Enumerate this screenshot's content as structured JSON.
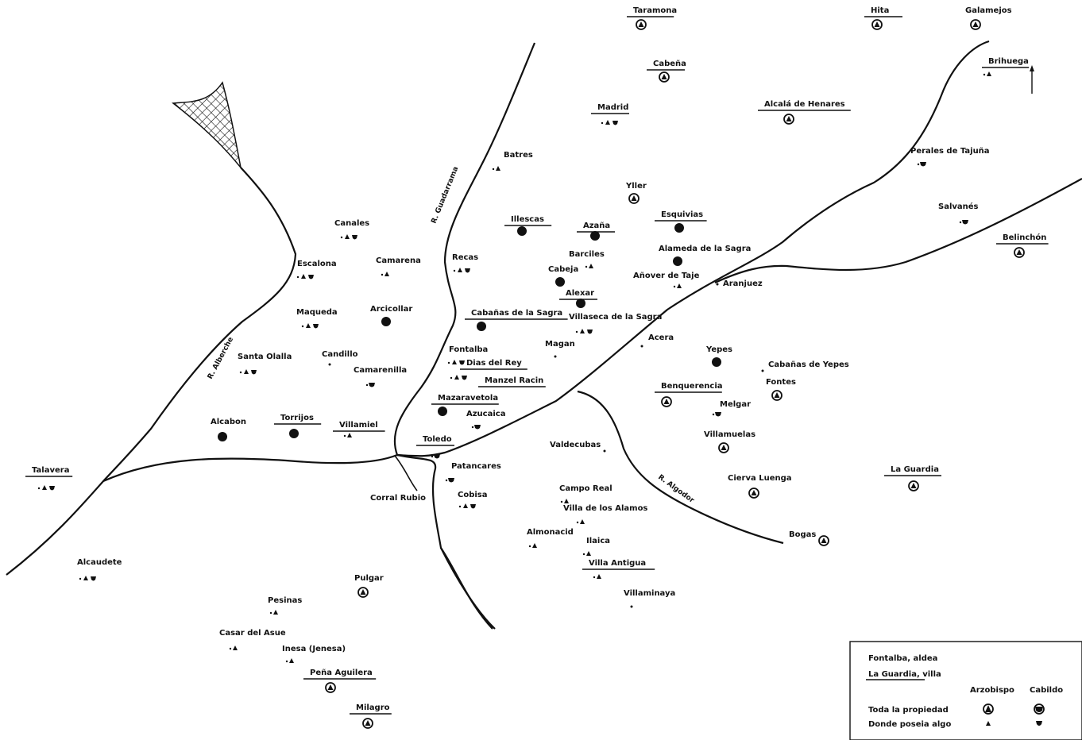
{
  "places": [
    {
      "id": "toramona",
      "name": "Taramona",
      "symbols": "circle-a",
      "villa": true
    },
    {
      "id": "hita",
      "name": "Hita",
      "symbols": "circle-a",
      "villa": true
    },
    {
      "id": "galamejos",
      "name": "Galamejos",
      "symbols": "circle-a",
      "villa": false
    },
    {
      "id": "cabanas-top",
      "name": "Cabeña",
      "symbols": "circle-a",
      "villa": true
    },
    {
      "id": "brihuega",
      "name": "Brihuega",
      "symbols": "tri",
      "villa": true
    },
    {
      "id": "madrid",
      "name": "Madrid",
      "symbols": "tri-shield",
      "villa": true
    },
    {
      "id": "alcala",
      "name": "Alcalá de Henares",
      "symbols": "circle-a",
      "villa": true
    },
    {
      "id": "perales",
      "name": "Perales de Tajuña",
      "symbols": "shield",
      "villa": false
    },
    {
      "id": "batres",
      "name": "Batres",
      "symbols": "tri",
      "villa": false
    },
    {
      "id": "yller",
      "name": "Yller",
      "symbols": "circle-a",
      "villa": false
    },
    {
      "id": "salvanes",
      "name": "Salvanés",
      "symbols": "shield",
      "villa": false
    },
    {
      "id": "belinchon",
      "name": "Belinchón",
      "symbols": "circle-a",
      "villa": true
    },
    {
      "id": "canales",
      "name": "Canales",
      "symbols": "tri-shield",
      "villa": false
    },
    {
      "id": "illescas",
      "name": "Illescas",
      "symbols": "circle-full",
      "villa": true
    },
    {
      "id": "azana",
      "name": "Azaña",
      "symbols": "circle-full",
      "villa": true
    },
    {
      "id": "esquivias",
      "name": "Esquivias",
      "symbols": "circle-full",
      "villa": true
    },
    {
      "id": "escalona",
      "name": "Escalona",
      "symbols": "tri-shield",
      "villa": false
    },
    {
      "id": "camarena",
      "name": "Camarena",
      "symbols": "tri",
      "villa": false
    },
    {
      "id": "recas",
      "name": "Recas",
      "symbols": "tri-shield",
      "villa": false
    },
    {
      "id": "barciles",
      "name": "Barciles",
      "symbols": "tri",
      "villa": false
    },
    {
      "id": "alameda",
      "name": "Alameda de la Sagra",
      "symbols": "circle-full",
      "villa": false
    },
    {
      "id": "cabeja",
      "name": "Cabeja",
      "symbols": "circle-full",
      "villa": false
    },
    {
      "id": "anover",
      "name": "Añover de Taje",
      "symbols": "tri",
      "villa": false
    },
    {
      "id": "aranjuez",
      "name": "Aranjuez",
      "symbols": "dot",
      "villa": false
    },
    {
      "id": "alexar",
      "name": "Alexar",
      "symbols": "circle-full",
      "villa": true
    },
    {
      "id": "maqueda",
      "name": "Maqueda",
      "symbols": "tri-shield",
      "villa": false
    },
    {
      "id": "arcicollar",
      "name": "Arcicollar",
      "symbols": "circle-full",
      "villa": false
    },
    {
      "id": "cabanas-sagra",
      "name": "Cabañas de la Sagra",
      "symbols": "circle-full",
      "villa": true
    },
    {
      "id": "villaseca",
      "name": "Villaseca de la Sagra",
      "symbols": "tri-shield",
      "villa": false
    },
    {
      "id": "acera",
      "name": "Acera",
      "symbols": "dot",
      "villa": false
    },
    {
      "id": "magan",
      "name": "Magan",
      "symbols": "dot",
      "villa": false
    },
    {
      "id": "fontalba",
      "name": "Fontalba",
      "symbols": "tri-shield",
      "villa": false
    },
    {
      "id": "yepes",
      "name": "Yepes",
      "symbols": "circle-full",
      "villa": false
    },
    {
      "id": "santa-olalla",
      "name": "Santa Olalla",
      "symbols": "tri-shield",
      "villa": false
    },
    {
      "id": "cardillo",
      "name": "Candillo",
      "symbols": "dot",
      "villa": false
    },
    {
      "id": "dias-del-rey",
      "name": "Dias del Rey",
      "symbols": "tri-shield",
      "villa": true
    },
    {
      "id": "cabanas-yepes",
      "name": "Cabañas de Yepes",
      "symbols": "dot",
      "villa": false
    },
    {
      "id": "camarenilla",
      "name": "Camarenilla",
      "symbols": "shield",
      "villa": false
    },
    {
      "id": "manzel-racin",
      "name": "Manzel Racin",
      "symbols": "",
      "villa": true
    },
    {
      "id": "fontes",
      "name": "Fontes",
      "symbols": "circle-a",
      "villa": false
    },
    {
      "id": "benquerencia",
      "name": "Benquerencia",
      "symbols": "circle-a",
      "villa": true
    },
    {
      "id": "mazarambroz",
      "name": "Mazaravetola",
      "symbols": "circle-full",
      "villa": true
    },
    {
      "id": "melgar",
      "name": "Melgar",
      "symbols": "shield",
      "villa": false
    },
    {
      "id": "azucaica",
      "name": "Azucaica",
      "symbols": "shield",
      "villa": false
    },
    {
      "id": "alcabon",
      "name": "Alcabon",
      "symbols": "circle-full",
      "villa": false
    },
    {
      "id": "torrijos",
      "name": "Torrijos",
      "symbols": "circle-full",
      "villa": true
    },
    {
      "id": "villamiel",
      "name": "Villamiel",
      "symbols": "tri",
      "villa": true
    },
    {
      "id": "villamuelas",
      "name": "Villamuelas",
      "symbols": "circle-a",
      "villa": false
    },
    {
      "id": "toledo",
      "name": "Toledo",
      "symbols": "shield",
      "villa": true
    },
    {
      "id": "valdecubas",
      "name": "Valdecubas",
      "symbols": "dot",
      "villa": false
    },
    {
      "id": "talavera",
      "name": "Talavera",
      "symbols": "tri-shield",
      "villa": true
    },
    {
      "id": "patancares",
      "name": "Patancares",
      "symbols": "shield",
      "villa": false
    },
    {
      "id": "la-guardia",
      "name": "La Guardia",
      "symbols": "circle-a",
      "villa": true
    },
    {
      "id": "cierva-luenga",
      "name": "Cierva Luenga",
      "symbols": "circle-a",
      "villa": false
    },
    {
      "id": "campo-real",
      "name": "Campo Real",
      "symbols": "tri",
      "villa": false
    },
    {
      "id": "corral-rubio",
      "name": "Corral Rubio",
      "symbols": "",
      "villa": false
    },
    {
      "id": "cobisa",
      "name": "Cobisa",
      "symbols": "tri-shield",
      "villa": false
    },
    {
      "id": "villa-alamos",
      "name": "Villa de los Alamos",
      "symbols": "tri",
      "villa": false
    },
    {
      "id": "bogas",
      "name": "Bogas",
      "symbols": "circle-a",
      "villa": false
    },
    {
      "id": "almonacid",
      "name": "Almonacid",
      "symbols": "tri",
      "villa": false
    },
    {
      "id": "ilaica",
      "name": "Ilaica",
      "symbols": "tri",
      "villa": false
    },
    {
      "id": "alcaudete",
      "name": "Alcaudete",
      "symbols": "tri-shield",
      "villa": false
    },
    {
      "id": "villa-antigua",
      "name": "Villa Antigua",
      "symbols": "tri",
      "villa": true
    },
    {
      "id": "pulgar",
      "name": "Pulgar",
      "symbols": "circle-a",
      "villa": false
    },
    {
      "id": "villaminaya",
      "name": "Villaminaya",
      "symbols": "dot",
      "villa": false
    },
    {
      "id": "pesinas",
      "name": "Pesinas",
      "symbols": "tri",
      "villa": false
    },
    {
      "id": "casar-asue",
      "name": "Casar del Asue",
      "symbols": "tri",
      "villa": false
    },
    {
      "id": "inesa",
      "name": "Inesa (Jenesa)",
      "symbols": "tri",
      "villa": false
    },
    {
      "id": "pena-aguilera",
      "name": "Peña Aguilera",
      "symbols": "circle-a",
      "villa": true
    },
    {
      "id": "milagro",
      "name": "Milagro",
      "symbols": "circle-a",
      "villa": true
    }
  ],
  "rivers": {
    "guadarrama": "R. Guadarrama",
    "alberche": "R. Alberche",
    "algodor": "R. Algodor"
  },
  "legend": {
    "aldea_label": "Fontalba, aldea",
    "villa_label": "La Guardia, villa",
    "col_arzobispo": "Arzobispo",
    "col_cabildo": "Cabildo",
    "row_toda": "Toda la propiedad",
    "row_donde": "Donde poseia algo"
  }
}
